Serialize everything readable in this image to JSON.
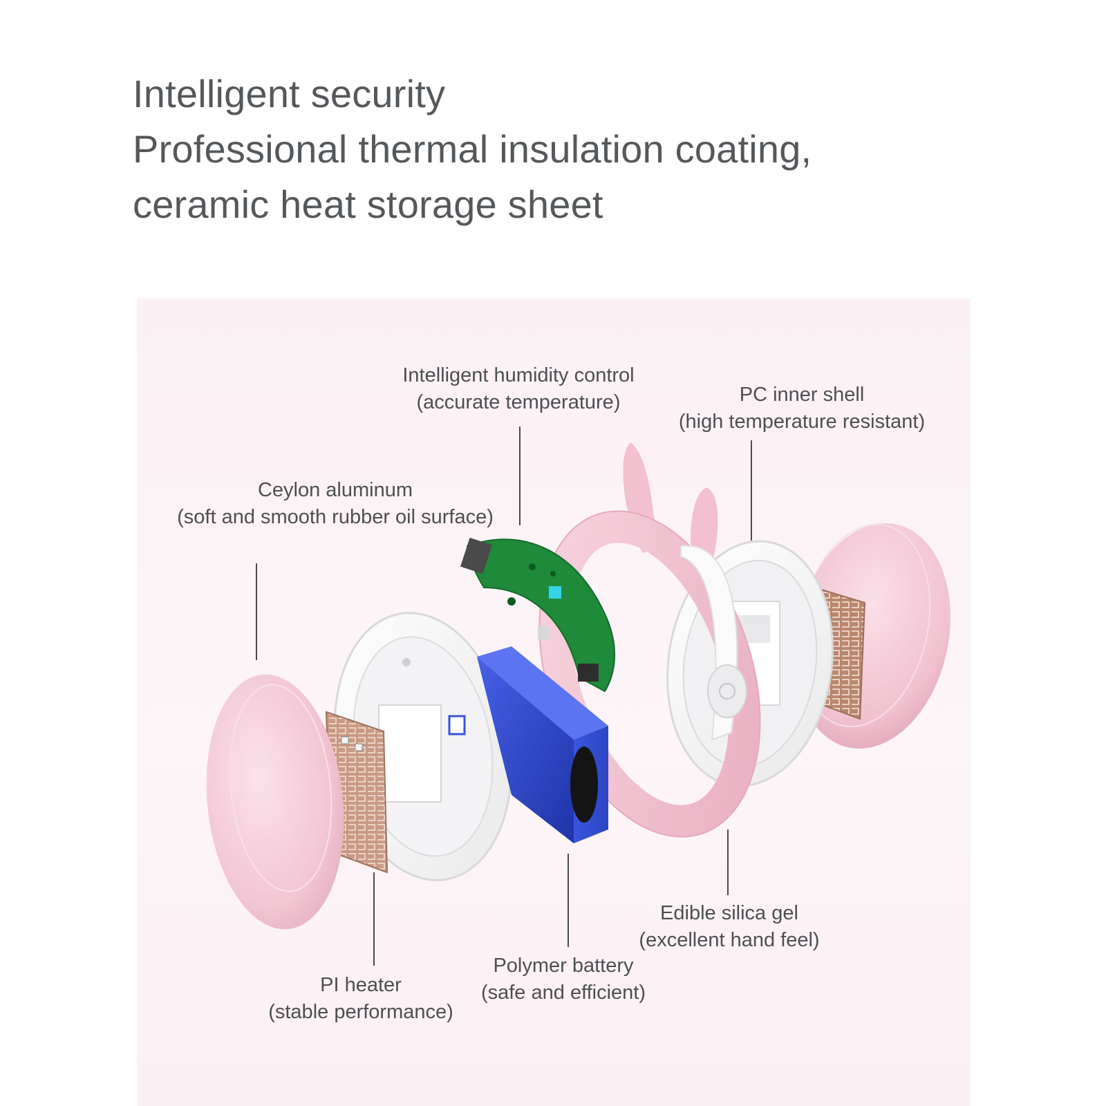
{
  "headline": {
    "line1": "Intelligent security",
    "line2": "Professional thermal insulation coating,",
    "line3": "ceramic heat storage sheet"
  },
  "callouts": {
    "humidity": {
      "title": "Intelligent humidity control",
      "detail": "(accurate temperature)"
    },
    "pc_shell": {
      "title": "PC inner shell",
      "detail": "(high temperature resistant)"
    },
    "aluminum": {
      "title": "Ceylon aluminum",
      "detail": "(soft and smooth rubber oil surface)"
    },
    "silica": {
      "title": "Edible silica gel",
      "detail": "(excellent hand feel)"
    },
    "battery": {
      "title": "Polymer battery",
      "detail": "(safe and efficient)"
    },
    "heater": {
      "title": "PI heater",
      "detail": "(stable performance)"
    }
  },
  "colors": {
    "text": "#4d4f52",
    "headline": "#55585b",
    "panel": "#fbf1f5",
    "pink": "#f2c6d3",
    "battery_blue": "#2f48c9",
    "pcb_green": "#1f8a3a",
    "heater_copper": "#b8866e"
  }
}
